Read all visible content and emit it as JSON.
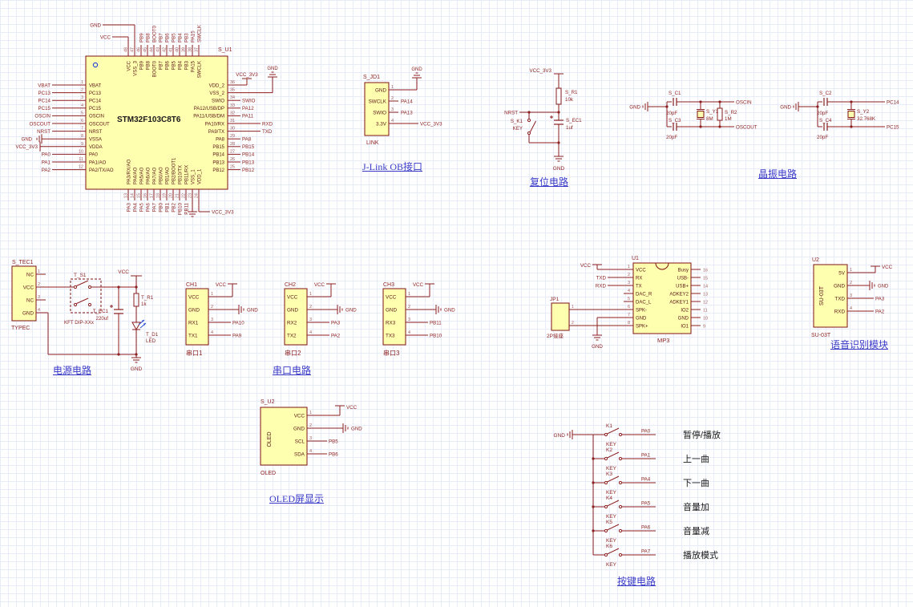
{
  "colors": {
    "wire": "#8c1f1f",
    "part_border": "#7e1010",
    "part_fill": "#ffffb0",
    "label": "#8c1f1f",
    "pin_number": "#a05c5c",
    "pin_name": "#5c1616",
    "blue": "#2a4bd7",
    "dark": "#1a1a1a",
    "title": "#3a3ac8"
  },
  "mcu": {
    "designator": "S_U1",
    "name": "STM32F103C8T6",
    "left_pins": [
      {
        "num": "1",
        "name": "VBAT",
        "net": "VBAT"
      },
      {
        "num": "2",
        "name": "PC13",
        "net": "PC13"
      },
      {
        "num": "3",
        "name": "PC14",
        "net": "PC14"
      },
      {
        "num": "4",
        "name": "PC15",
        "net": "PC15"
      },
      {
        "num": "5",
        "name": "OSCIN",
        "net": "OSCIN"
      },
      {
        "num": "6",
        "name": "OSCOUT",
        "net": "OSCOUT"
      },
      {
        "num": "7",
        "name": "NRST",
        "net": "NRST"
      },
      {
        "num": "8",
        "name": "VSSA",
        "net": "GND",
        "net_type": "gnd"
      },
      {
        "num": "9",
        "name": "VDDA",
        "net": "VCC_3V3",
        "net_type": "vcc"
      },
      {
        "num": "10",
        "name": "PA0",
        "net": "PA0"
      },
      {
        "num": "11",
        "name": "PA1/AO",
        "net": "PA1"
      },
      {
        "num": "12",
        "name": "PA2/TX/AO",
        "net": "PA2"
      }
    ],
    "top_pins": [
      {
        "num": "48",
        "name": "VCC",
        "net": "VCC",
        "net_type": "vcc"
      },
      {
        "num": "47",
        "name": "VSS_3",
        "net": "GND",
        "net_type": "gnd"
      },
      {
        "num": "46",
        "name": "PB9",
        "net": "PB9"
      },
      {
        "num": "45",
        "name": "PB8",
        "net": "PB8"
      },
      {
        "num": "44",
        "name": "BOOT0",
        "net": "BOOT0"
      },
      {
        "num": "43",
        "name": "PB7",
        "net": "PB7"
      },
      {
        "num": "42",
        "name": "PB6",
        "net": "PB6"
      },
      {
        "num": "41",
        "name": "PB5",
        "net": "PB5"
      },
      {
        "num": "40",
        "name": "PB4",
        "net": "PB4"
      },
      {
        "num": "39",
        "name": "PB3",
        "net": "PB3"
      },
      {
        "num": "38",
        "name": "PA15",
        "net": "PA15"
      },
      {
        "num": "37",
        "name": "SWCLK",
        "net": "SWCLK"
      }
    ],
    "bottom_pins": [
      {
        "num": "13",
        "name": "PA3/RX/AO",
        "net": "PA3"
      },
      {
        "num": "14",
        "name": "PA4/AO",
        "net": "PA4"
      },
      {
        "num": "15",
        "name": "PA5/AO",
        "net": "PA5"
      },
      {
        "num": "16",
        "name": "PA6/AO",
        "net": "PA6"
      },
      {
        "num": "17",
        "name": "PA7/AO",
        "net": "PA7"
      },
      {
        "num": "18",
        "name": "PB0/AO",
        "net": "PB0"
      },
      {
        "num": "19",
        "name": "PB1/AO",
        "net": "PB1"
      },
      {
        "num": "20",
        "name": "PB2/BOOT1",
        "net": "PB2"
      },
      {
        "num": "21",
        "name": "PB10/TX",
        "net": "PB10"
      },
      {
        "num": "22",
        "name": "PB11/RX",
        "net": "PB11"
      },
      {
        "num": "23",
        "name": "VSS_1",
        "net": "GND",
        "net_type": "gnd"
      },
      {
        "num": "24",
        "name": "VDD_1",
        "net": "VCC_3V3",
        "net_type": "vcc"
      }
    ],
    "right_pins": [
      {
        "num": "36",
        "name": "VDD_2",
        "net": "VCC_3V3",
        "net_type": "vcc_flag"
      },
      {
        "num": "35",
        "name": "VSS_2",
        "net": "GND",
        "net_type": "gnd_up"
      },
      {
        "num": "34",
        "name": "SWIO",
        "net": "SWIO"
      },
      {
        "num": "33",
        "name": "PA12/USB/DP",
        "net": "PA12"
      },
      {
        "num": "32",
        "name": "PA11/USB/DM",
        "net": "PA11"
      },
      {
        "num": "31",
        "name": "PA10/RX",
        "net": "RXD",
        "net_type": "long"
      },
      {
        "num": "30",
        "name": "PA9/TX",
        "net": "TXD",
        "net_type": "long"
      },
      {
        "num": "29",
        "name": "PA8",
        "net": "PA8"
      },
      {
        "num": "28",
        "name": "PB15",
        "net": "PB15"
      },
      {
        "num": "27",
        "name": "PB14",
        "net": "PB14"
      },
      {
        "num": "26",
        "name": "PB13",
        "net": "PB13"
      },
      {
        "num": "25",
        "name": "PB12",
        "net": "PB12"
      }
    ]
  },
  "jlink": {
    "title": "J-Link OB接口",
    "designator": "S_JD1",
    "name": "LINK",
    "pins": [
      {
        "num": "1",
        "name": "GND",
        "net": "GND"
      },
      {
        "num": "2",
        "name": "SWCLK",
        "net": "PA14"
      },
      {
        "num": "3",
        "name": "SWIO",
        "net": "PA13"
      },
      {
        "num": "4",
        "name": "3.3V",
        "net": "VCC_3V3"
      }
    ]
  },
  "reset": {
    "title": "复位电路",
    "resistor": {
      "designator": "S_R1",
      "value": "10k"
    },
    "key": {
      "designator": "S_K1",
      "value": "KEY"
    },
    "cap": {
      "designator": "S_EC1",
      "value": "1uf"
    },
    "nets": {
      "vcc": "VCC_3V3",
      "nrst": "NRST",
      "gnd": "GND"
    }
  },
  "crystal": {
    "title": "晶振电路",
    "blocks": [
      {
        "gnd": "GND",
        "cap_top": {
          "designator": "S_C1",
          "value": "20pF"
        },
        "cap_bottom": {
          "designator": "S_C3",
          "value": "20pF"
        },
        "xtal": {
          "designator": "S_Y1",
          "value": "8M"
        },
        "res": {
          "designator": "S_R2",
          "value": "1M"
        },
        "net_top": "OSCIN",
        "net_bottom": "OSCOUT"
      },
      {
        "gnd": "GND",
        "cap_top": {
          "designator": "S_C2",
          "value": "20pF"
        },
        "cap_bottom": {
          "designator": "S_C4",
          "value": "20pF"
        },
        "xtal": {
          "designator": "S_Y2",
          "value": "32.768K"
        },
        "res": null,
        "net_top": "PC14",
        "net_bottom": "PC15"
      }
    ]
  },
  "power": {
    "title": "电源电路",
    "connector": {
      "designator": "S_TEC1",
      "name": "TYPEC",
      "pins": [
        {
          "num": "1",
          "name": "NC"
        },
        {
          "num": "2",
          "name": "VCC"
        },
        {
          "num": "3",
          "name": "NC"
        },
        {
          "num": "4",
          "name": "GND"
        }
      ]
    },
    "switch": {
      "designator": "T_S1",
      "value": "KFT DIP-XXx"
    },
    "resistor": {
      "designator": "T_R1",
      "value": "1k"
    },
    "cap": {
      "designator": "T_EC1",
      "value": "220uf"
    },
    "led": {
      "designator": "T_D1",
      "value": "LED"
    },
    "nets": {
      "vcc": "VCC",
      "gnd": "GND"
    }
  },
  "serial": {
    "title": "串口电路",
    "ports": [
      {
        "designator": "CH1",
        "name": "串口1",
        "pins": [
          {
            "num": "1",
            "name": "VCC",
            "net": "VCC"
          },
          {
            "num": "2",
            "name": "GND",
            "net": "GND"
          },
          {
            "num": "3",
            "name": "RX1",
            "net": "PA10"
          },
          {
            "num": "4",
            "name": "TX1",
            "net": "PA9"
          }
        ]
      },
      {
        "designator": "CH2",
        "name": "串口2",
        "pins": [
          {
            "num": "1",
            "name": "VCC",
            "net": "VCC"
          },
          {
            "num": "2",
            "name": "GND",
            "net": "GND"
          },
          {
            "num": "3",
            "name": "RX2",
            "net": "PA3"
          },
          {
            "num": "4",
            "name": "TX2",
            "net": "PA2"
          }
        ]
      },
      {
        "designator": "CH3",
        "name": "串口3",
        "pins": [
          {
            "num": "1",
            "name": "VCC",
            "net": "VCC"
          },
          {
            "num": "2",
            "name": "GND",
            "net": "GND"
          },
          {
            "num": "3",
            "name": "RX3",
            "net": "PB11"
          },
          {
            "num": "4",
            "name": "TX3",
            "net": "PB10"
          }
        ]
      }
    ]
  },
  "oled": {
    "title": "OLED屏显示",
    "designator": "S_U2",
    "name": "OLED",
    "vertical_label": "OLED",
    "pins": [
      {
        "num": "1",
        "name": "VCC",
        "net": "VCC"
      },
      {
        "num": "2",
        "name": "GND",
        "net": "GND"
      },
      {
        "num": "3",
        "name": "SCL",
        "net": "PB5"
      },
      {
        "num": "4",
        "name": "SDA",
        "net": "PB6"
      }
    ]
  },
  "mp3": {
    "designator": "U1",
    "name": "MP3",
    "left_pins": [
      {
        "num": "1",
        "name": "VCC",
        "net": "VCC",
        "net_type": "vcc"
      },
      {
        "num": "2",
        "name": "RX",
        "net": "TXD",
        "net_type": "label"
      },
      {
        "num": "3",
        "name": "TX",
        "net": "RXD",
        "net_type": "label"
      },
      {
        "num": "4",
        "name": "DAC_R"
      },
      {
        "num": "5",
        "name": "DAC_L"
      },
      {
        "num": "6",
        "name": "SPK-",
        "net_type": "jp"
      },
      {
        "num": "7",
        "name": "GND",
        "net": "GND",
        "net_type": "gnd"
      },
      {
        "num": "8",
        "name": "SPK+",
        "net_type": "jp"
      }
    ],
    "right_pins": [
      {
        "num": "16",
        "name": "Busy"
      },
      {
        "num": "15",
        "name": "USB-"
      },
      {
        "num": "14",
        "name": "USB+"
      },
      {
        "num": "13",
        "name": "ADKEY2"
      },
      {
        "num": "12",
        "name": "ADKEY1"
      },
      {
        "num": "11",
        "name": "IO2"
      },
      {
        "num": "10",
        "name": "GND"
      },
      {
        "num": "9",
        "name": "IO1"
      }
    ],
    "jp": {
      "designator": "JP1",
      "name": "2P接座",
      "pins": [
        {
          "num": "1"
        },
        {
          "num": "2"
        }
      ]
    }
  },
  "voice": {
    "title": "语音识别模块",
    "designator": "U2",
    "name": "SU-03T",
    "vertical_label": "SU-03T",
    "pins": [
      {
        "num": "1",
        "name": "5V",
        "net": "VCC",
        "net_type": "vcc"
      },
      {
        "num": "2",
        "name": "GND",
        "net": "GND",
        "net_type": "gnd"
      },
      {
        "num": "3",
        "name": "TXD",
        "net": "PA3"
      },
      {
        "num": "4",
        "name": "RXD",
        "net": "PA2"
      }
    ]
  },
  "keys": {
    "title": "按键电路",
    "gnd": "GND",
    "items": [
      {
        "designator": "K1",
        "label": "KEY",
        "net": "PA0",
        "func": "暂停/播放"
      },
      {
        "designator": "K2",
        "label": "KEY",
        "net": "PA1",
        "func": "上一曲"
      },
      {
        "designator": "K3",
        "label": "KEY",
        "net": "PA4",
        "func": "下一曲"
      },
      {
        "designator": "K4",
        "label": "KEY",
        "net": "PA5",
        "func": "音量加"
      },
      {
        "designator": "K5",
        "label": "KEY",
        "net": "PA6",
        "func": "音量减"
      },
      {
        "designator": "K6",
        "label": "KEY",
        "net": "PA7",
        "func": "播放模式"
      }
    ]
  }
}
